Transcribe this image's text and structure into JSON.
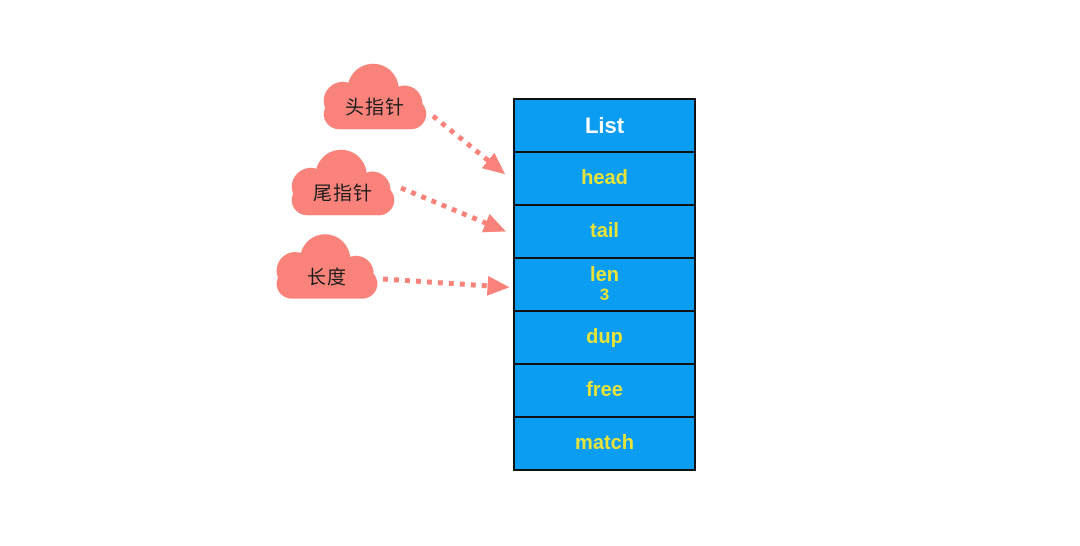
{
  "diagram": {
    "struct": {
      "title": "List",
      "fields": [
        {
          "label": "head",
          "value": ""
        },
        {
          "label": "tail",
          "value": ""
        },
        {
          "label": "len",
          "value": "3"
        },
        {
          "label": "dup",
          "value": ""
        },
        {
          "label": "free",
          "value": ""
        },
        {
          "label": "match",
          "value": ""
        }
      ]
    },
    "clouds": [
      {
        "label": "头指针",
        "target": "head"
      },
      {
        "label": "尾指针",
        "target": "tail"
      },
      {
        "label": "长度",
        "target": "len"
      }
    ]
  },
  "colors": {
    "background": "#ffffff",
    "cell_fill": "#0a9df2",
    "cell_border": "#111111",
    "title_text": "#ffffff",
    "field_text": "#e8e338",
    "cloud_fill": "#f9837b",
    "cloud_text": "#1c1c1c",
    "arrow": "#f9837b"
  }
}
